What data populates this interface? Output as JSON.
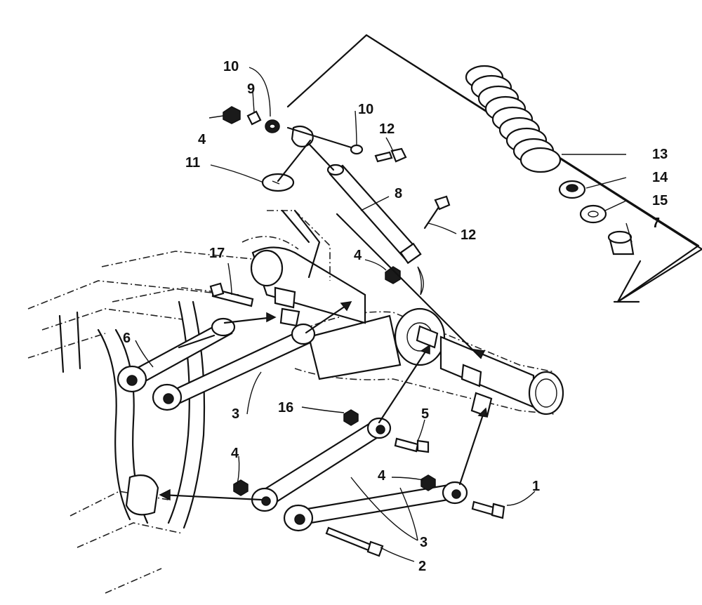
{
  "diagram": {
    "type": "exploded parts view",
    "line_color": "#111111",
    "background": "#ffffff"
  },
  "callouts": {
    "c1": "1",
    "c2": "2",
    "c3a": "3",
    "c3b": "3",
    "c4a": "4",
    "c4b": "4",
    "c4c": "4",
    "c4d": "4",
    "c5": "5",
    "c6": "6",
    "c7": "7",
    "c8": "8",
    "c9": "9",
    "c10a": "10",
    "c10b": "10",
    "c11": "11",
    "c12a": "12",
    "c12b": "12",
    "c13": "13",
    "c14": "14",
    "c15": "15",
    "c16": "16",
    "c17": "17"
  }
}
